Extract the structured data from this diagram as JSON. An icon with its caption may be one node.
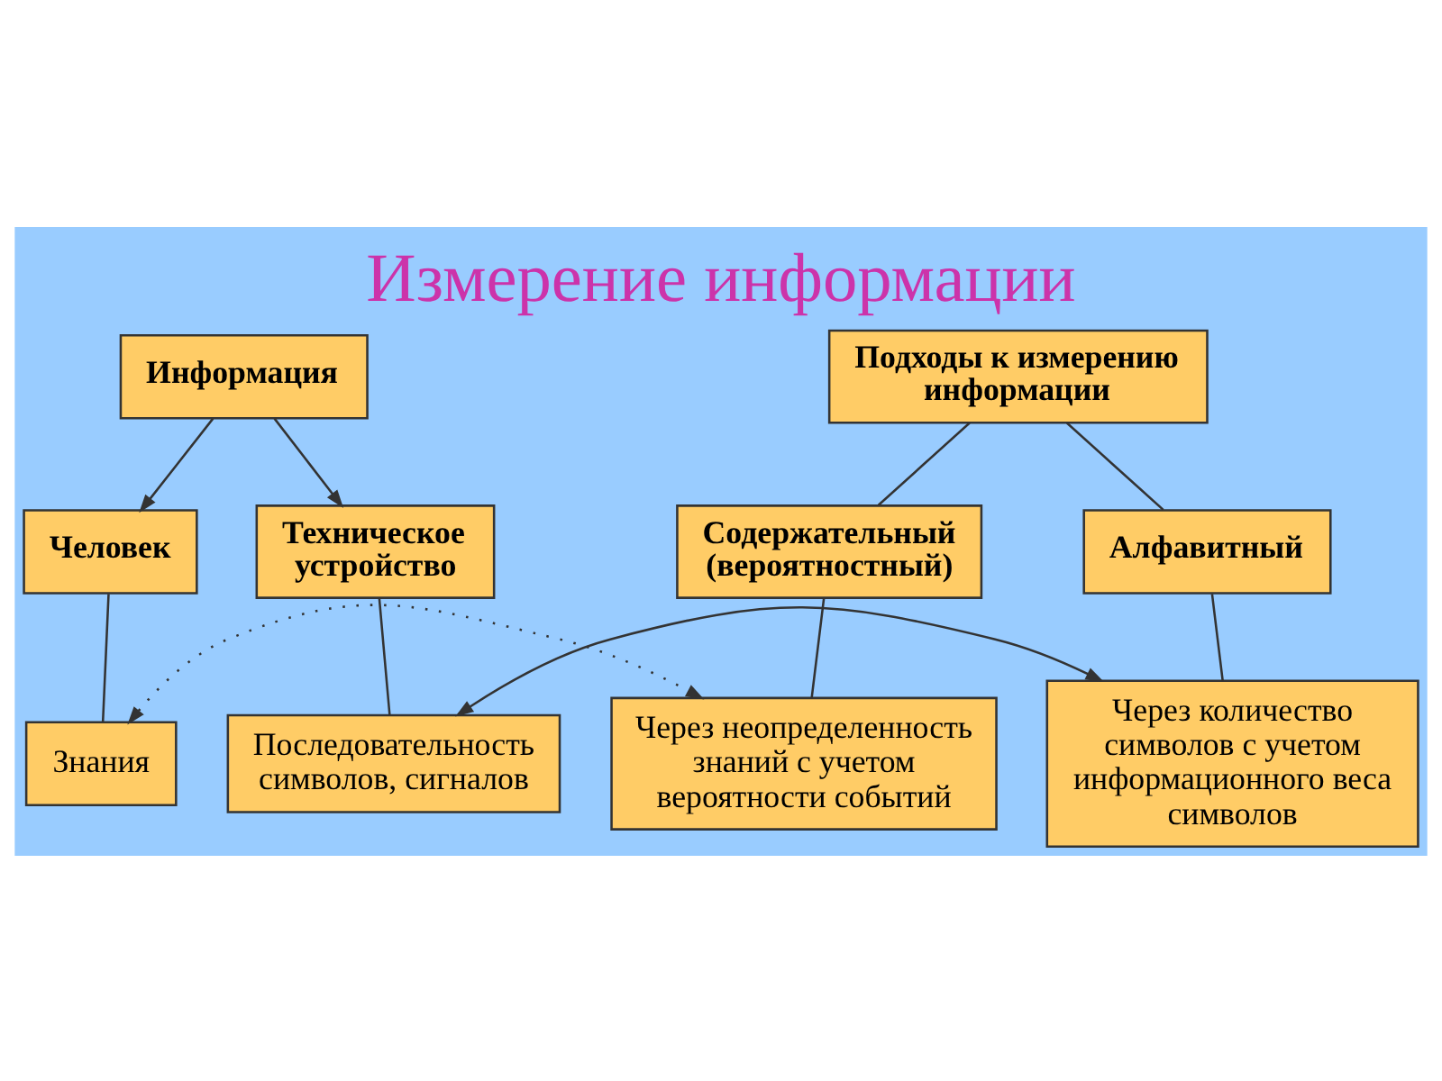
{
  "diagram": {
    "title": "Измерение информации",
    "nodes": [
      {
        "text": [
          "Информация"
        ]
      },
      {
        "text": [
          "Подходы к измерению информации"
        ]
      },
      {
        "text": [
          "Человек"
        ]
      },
      {
        "text": [
          "Техническое устройство"
        ]
      },
      {
        "text": [
          "Содержательный (вероятностный)"
        ]
      },
      {
        "text": [
          "Алфавитный"
        ]
      },
      {
        "text": [
          "Знания"
        ]
      },
      {
        "text": [
          "Последовательность символов, сигналов"
        ]
      },
      {
        "text": [
          "Через неопределенность знаний с учетом вероятности событий"
        ]
      },
      {
        "text": [
          "Через количество символов с учетом информационного веса символов"
        ]
      }
    ],
    "edges": [
      {
        "from": 0,
        "to": 2,
        "arrow": "to"
      },
      {
        "from": 0,
        "to": 3,
        "arrow": "to"
      },
      {
        "from": 1,
        "to": 4,
        "arrow": "none"
      },
      {
        "from": 1,
        "to": 5,
        "arrow": "none"
      },
      {
        "from": 2,
        "to": 6,
        "arrow": "none"
      },
      {
        "from": 3,
        "to": 7,
        "arrow": "none"
      },
      {
        "from": 4,
        "to": 8,
        "arrow": "none"
      },
      {
        "from": 5,
        "to": 9,
        "arrow": "none"
      },
      {
        "from": 6,
        "to": 8,
        "arrow": "both",
        "style": "dashed"
      },
      {
        "from": 7,
        "to": 9,
        "arrow": "both"
      }
    ]
  }
}
